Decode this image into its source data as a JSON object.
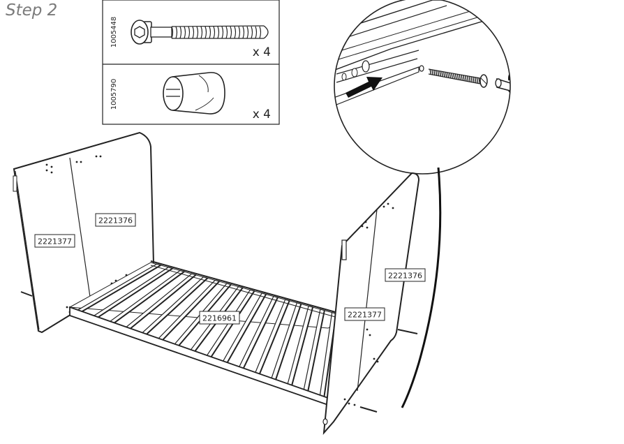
{
  "step": {
    "title": "Step 2"
  },
  "parts": [
    {
      "part_no": "1005448",
      "name": "bolt",
      "qty": "x 4"
    },
    {
      "part_no": "1005790",
      "name": "barrel nut",
      "qty": "x 4"
    }
  ],
  "panels": {
    "left_outer": "2221377",
    "left_inner": "2221376",
    "base": "2216961",
    "right_inner": "2221377",
    "right_outer": "2221376"
  },
  "icons": [
    "bolt-icon",
    "barrel-nut-icon",
    "allen-key-icon",
    "rotate-arrow-icon",
    "insert-arrow-icon"
  ]
}
